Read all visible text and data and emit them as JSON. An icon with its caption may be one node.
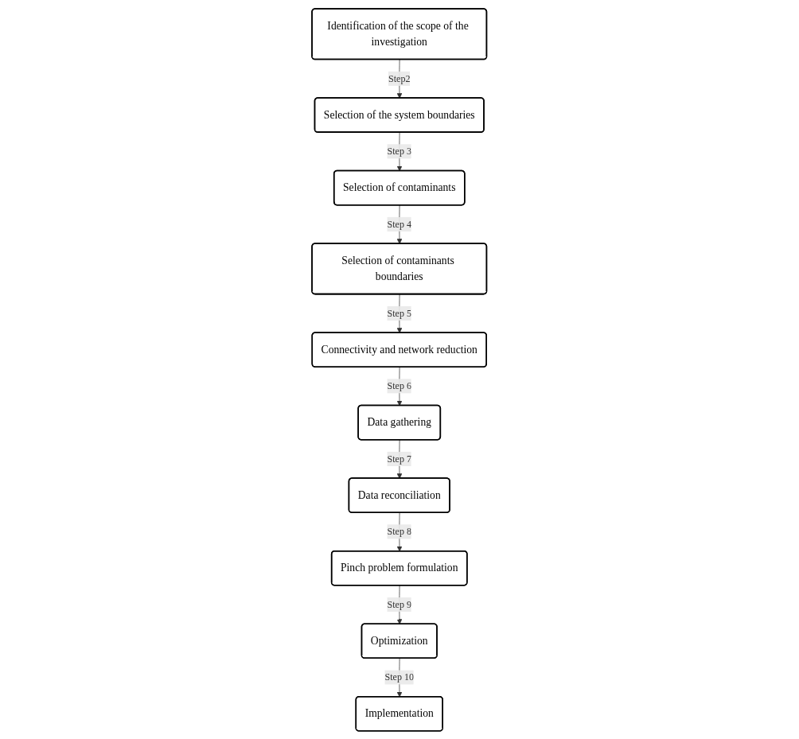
{
  "diagram": {
    "nodes": [
      {
        "text": [
          "Identification of the scope of the investigation"
        ]
      },
      {
        "text": [
          "Selection of the system boundaries"
        ]
      },
      {
        "text": [
          "Selection of contaminants"
        ]
      },
      {
        "text": [
          "Selection of contaminants boundaries"
        ]
      },
      {
        "text": [
          "Connectivity and network reduction"
        ]
      },
      {
        "text": [
          "Data gathering"
        ]
      },
      {
        "text": [
          "Data reconciliation"
        ]
      },
      {
        "text": [
          "Pinch problem formulation"
        ]
      },
      {
        "text": [
          "Optimization"
        ]
      },
      {
        "text": [
          "Implementation"
        ]
      }
    ],
    "edges": [
      {
        "from": 0,
        "to": 1,
        "arrow": "to",
        "label": "Step2"
      },
      {
        "from": 1,
        "to": 2,
        "arrow": "to",
        "label": "Step 3"
      },
      {
        "from": 2,
        "to": 3,
        "arrow": "to",
        "label": "Step 4"
      },
      {
        "from": 3,
        "to": 4,
        "arrow": "to",
        "label": "Step 5"
      },
      {
        "from": 4,
        "to": 5,
        "arrow": "to",
        "label": "Step 6"
      },
      {
        "from": 5,
        "to": 6,
        "arrow": "to",
        "label": "Step 7"
      },
      {
        "from": 6,
        "to": 7,
        "arrow": "to",
        "label": "Step 8"
      },
      {
        "from": 7,
        "to": 8,
        "arrow": "to",
        "label": "Step 9"
      },
      {
        "from": 8,
        "to": 9,
        "arrow": "to",
        "label": "Step 10"
      }
    ]
  }
}
